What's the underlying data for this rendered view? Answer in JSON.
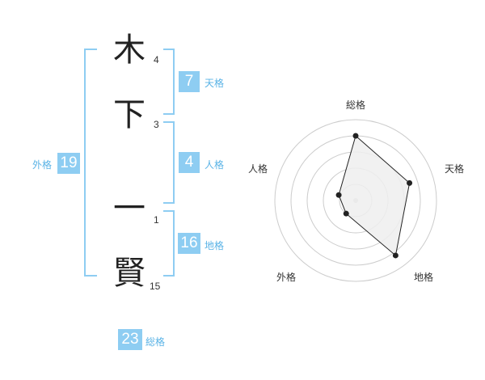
{
  "name": {
    "chars": [
      {
        "char": "木",
        "strokes": "4"
      },
      {
        "char": "下",
        "strokes": "3"
      },
      {
        "char": "一",
        "strokes": "1"
      },
      {
        "char": "賢",
        "strokes": "15"
      }
    ]
  },
  "fortunes": {
    "tenkaku": {
      "value": "7",
      "label": "天格"
    },
    "jinkaku": {
      "value": "4",
      "label": "人格"
    },
    "chikaku": {
      "value": "16",
      "label": "地格"
    },
    "gaikaku": {
      "value": "19",
      "label": "外格"
    },
    "soukaku": {
      "value": "23",
      "label": "総格"
    }
  },
  "colors": {
    "accent": "#8ecdf2",
    "label": "#5ab3e6",
    "radar_fill": "#efefef",
    "radar_line": "#222222",
    "ring": "#cccccc"
  },
  "chart_data": {
    "type": "radar",
    "axes": [
      "総格",
      "天格",
      "地格",
      "外格",
      "人格"
    ],
    "values": [
      4,
      3.5,
      4.2,
      1,
      1.1
    ],
    "range": [
      0,
      5
    ],
    "rings": 5
  }
}
